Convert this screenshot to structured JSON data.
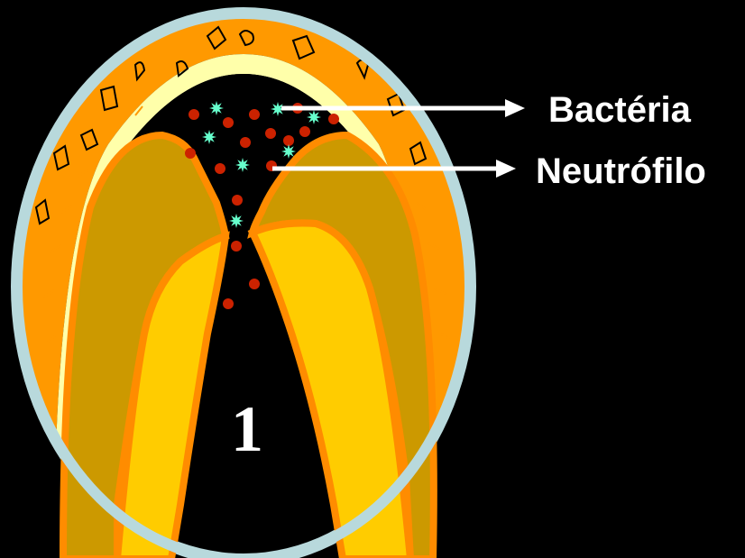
{
  "labels": {
    "bacteria": "Bactéria",
    "neutrophil": "Neutrófilo",
    "number": "1"
  },
  "colors": {
    "background": "#000000",
    "capsule_ring": "#b8d9dc",
    "bone_layer": "#ff9900",
    "cream_layer": "#ffffaa",
    "inner_gum": "#cc9900",
    "enamel": "#ffcc00",
    "tissue_border": "#ff8c00",
    "neutrophil_dot": "#cc2200",
    "bacteria_star": "#66ffcc",
    "arrow": "#ffffff"
  },
  "legend": {
    "bacteria_icon": "star-burst",
    "neutrophil_icon": "red-dot"
  }
}
